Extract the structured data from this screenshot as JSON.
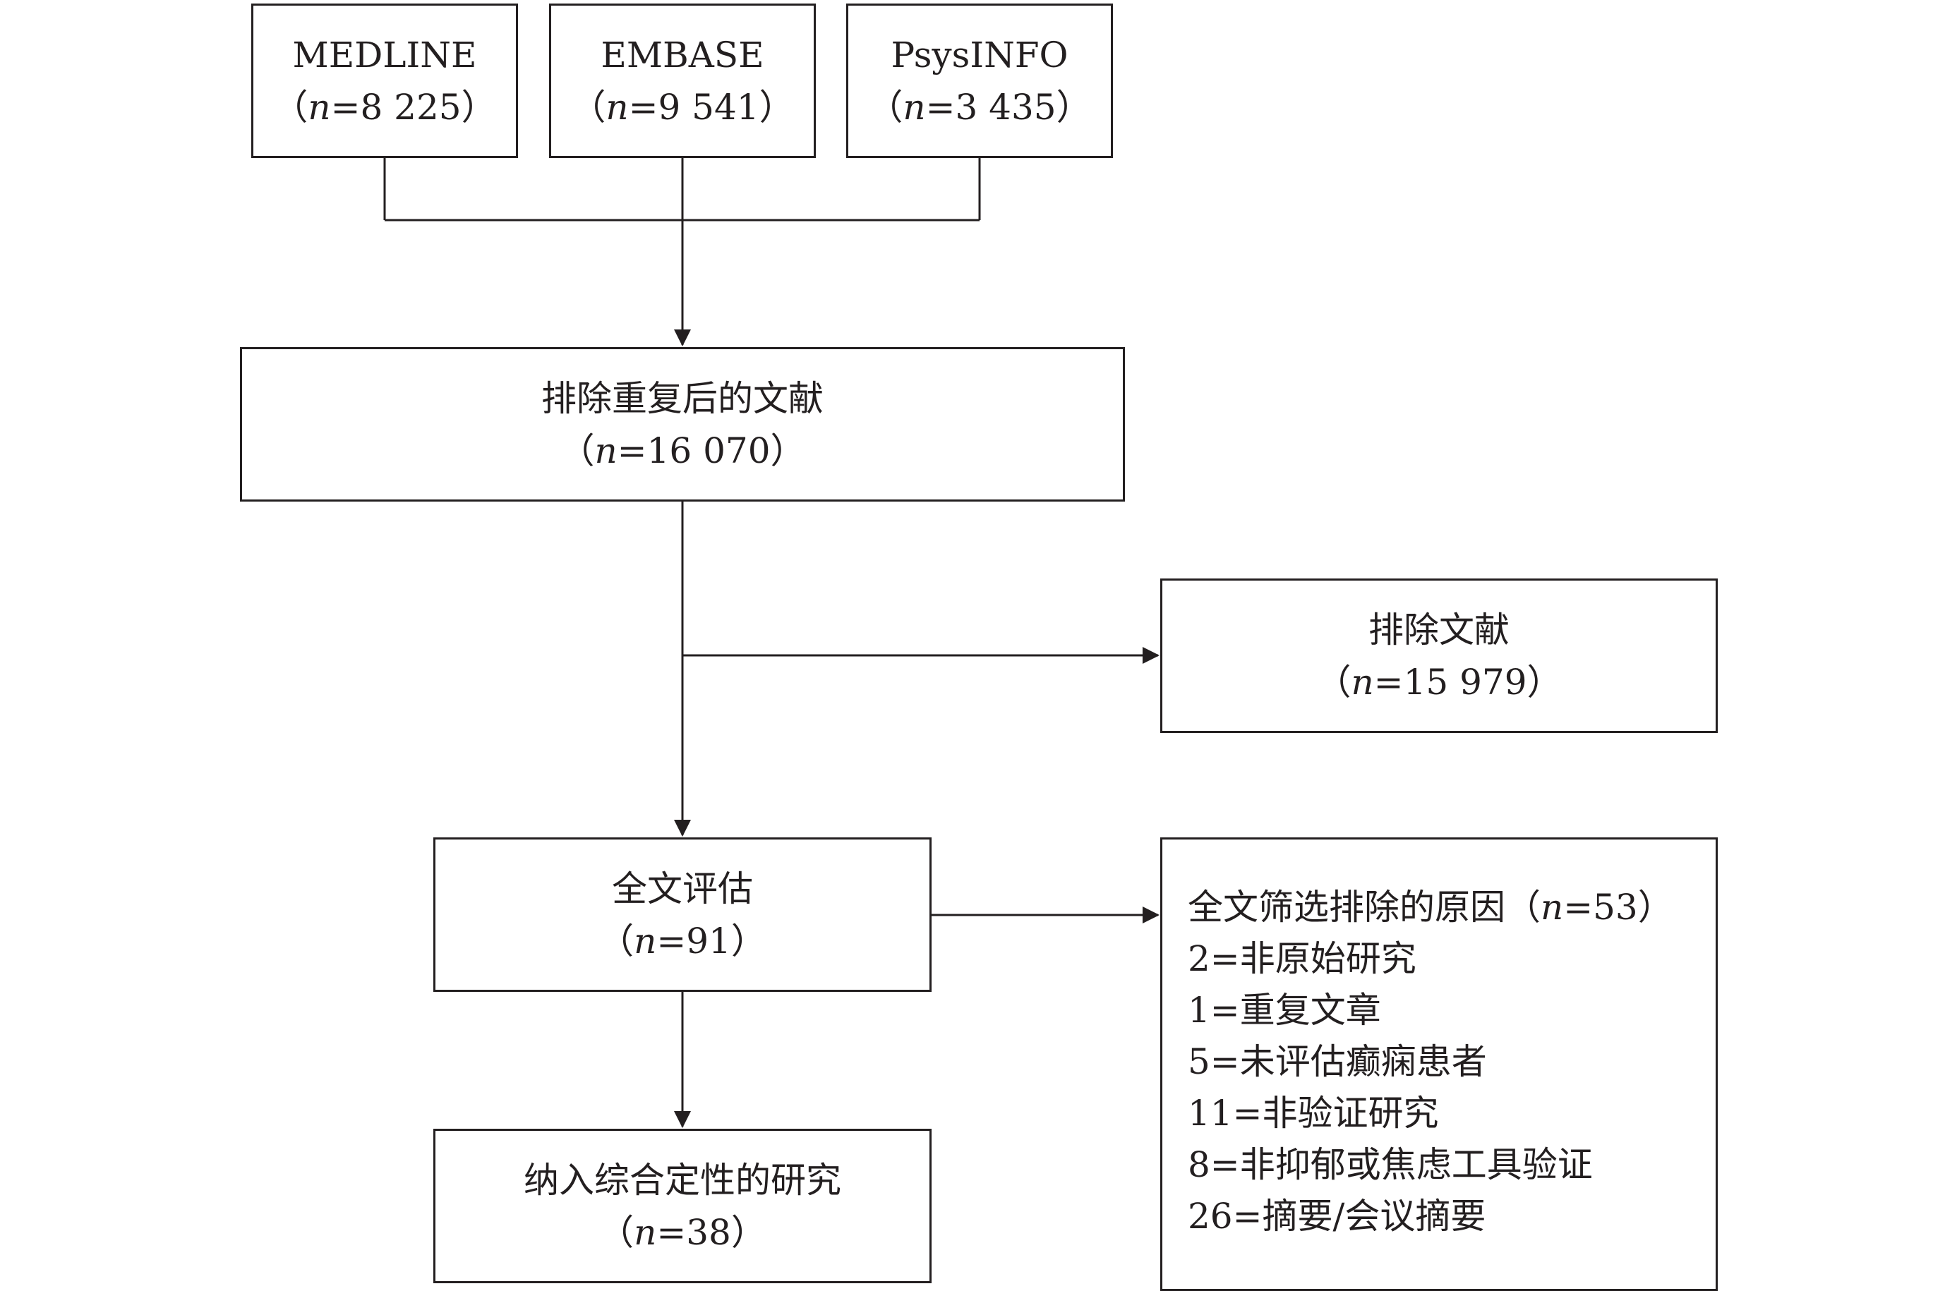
{
  "sources": [
    {
      "name": "MEDLINE",
      "count_open": "（",
      "n": "n",
      "count_value": "=8 225",
      "count_close": "）"
    },
    {
      "name": "EMBASE",
      "count_open": "（",
      "n": "n",
      "count_value": "=9 541",
      "count_close": "）"
    },
    {
      "name": "PsysINFO",
      "count_open": "（",
      "n": "n",
      "count_value": "=3 435",
      "count_close": "）"
    }
  ],
  "dedup": {
    "title": "排除重复后的文献",
    "count_open": "（",
    "n": "n",
    "count_value": "=16 070",
    "count_close": "）"
  },
  "excluded": {
    "title": "排除文献",
    "count_open": "（",
    "n": "n",
    "count_value": "=15 979",
    "count_close": "）"
  },
  "fulltext": {
    "title": "全文评估",
    "count_open": "（",
    "n": "n",
    "count_value": "=91",
    "count_close": "）"
  },
  "included": {
    "title": "纳入综合定性的研究",
    "count_open": "（",
    "n": "n",
    "count_value": "=38",
    "count_close": "）"
  },
  "reasons": {
    "heading_prefix": "全文筛选排除的原因（",
    "heading_n": "n",
    "heading_value": "=53）",
    "items": [
      "2=非原始研究",
      "1=重复文章",
      "5=未评估癫痫患者",
      "11=非验证研究",
      "8=非抑郁或焦虑工具验证",
      "26=摘要/会议摘要"
    ]
  },
  "colors": {
    "line": "#231f20",
    "text": "#231f20",
    "background": "#ffffff"
  }
}
